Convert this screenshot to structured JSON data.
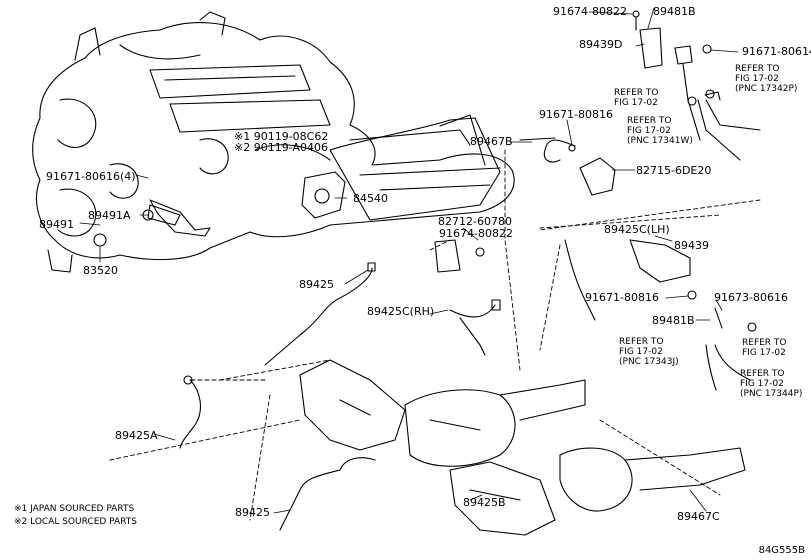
{
  "parts": {
    "p91674_80822_top": "91674-80822",
    "p89481B_top": "89481B",
    "p89439D": "89439D",
    "p91671_80614": "91671-80614",
    "p91671_80816_mid": "91671-80816",
    "p89467B": "89467B",
    "p82715_6DE20": "82715-6DE20",
    "p90119_08C62": "※1 90119-08C62",
    "p90119_A0406": "※2 90119-A0406",
    "p91671_80616": "91671-80616(4)",
    "p89491A": "89491A",
    "p89491": "89491",
    "p84540": "84540",
    "p83520": "83520",
    "p82712_60780": "82712-60780",
    "p91674_80822_mid": "91674-80822",
    "p89425C_LH": "89425C(LH)",
    "p89439": "89439",
    "p89425_top": "89425",
    "p89425C_RH": "89425C(RH)",
    "p91671_80816_low": "91671-80816",
    "p91673_80616": "91673-80616",
    "p89481B_low": "89481B",
    "p89425A": "89425A",
    "p89425_bottom": "89425",
    "p89425B": "89425B",
    "p89467C": "89467C"
  },
  "refs": {
    "r1": {
      "line1": "REFER TO",
      "line2": "FIG 17-02",
      "line3": "(PNC 17342P)"
    },
    "r2": {
      "line1": "REFER TO",
      "line2": "FIG 17-02"
    },
    "r3": {
      "line1": "REFER TO",
      "line2": "FIG 17-02",
      "line3": "(PNC 17341W)"
    },
    "r4": {
      "line1": "REFER TO",
      "line2": "FIG 17-02"
    },
    "r5": {
      "line1": "REFER TO",
      "line2": "FIG 17-02",
      "line3": "(PNC 17343J)"
    },
    "r6": {
      "line1": "REFER TO",
      "line2": "FIG 17-02",
      "line3": "(PNC 17344P)"
    }
  },
  "notes": {
    "note1": "※1 JAPAN SOURCED PARTS",
    "note2": "※2 LOCAL SOURCED PARTS"
  },
  "diagram_code": "84G555B"
}
